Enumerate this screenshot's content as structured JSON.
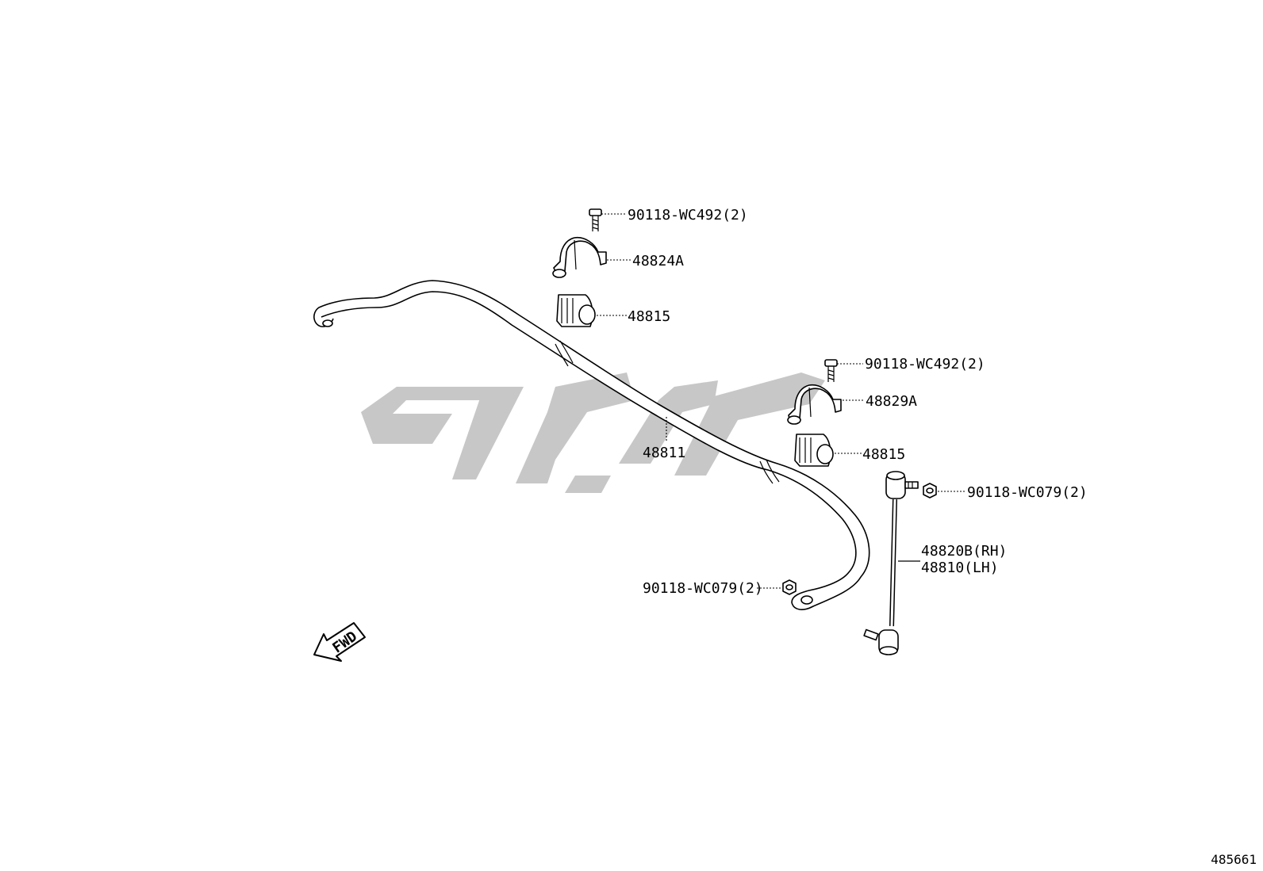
{
  "diagram": {
    "figure_number": "485661",
    "direction_marker": "FWD",
    "watermark_color": "#c7c7c7",
    "callouts": {
      "bolt_upper_left": "90118-WC492(2)",
      "bracket_left": "48824A",
      "bushing_left": "48815",
      "stabilizer_bar": "48811",
      "bolt_upper_right": "90118-WC492(2)",
      "bracket_right": "48829A",
      "bushing_right": "48815",
      "nut_link_top": "90118-WC079(2)",
      "link_rh": "48820B(RH)",
      "link_lh": "48810(LH)",
      "nut_bar_end": "90118-WC079(2)"
    }
  }
}
